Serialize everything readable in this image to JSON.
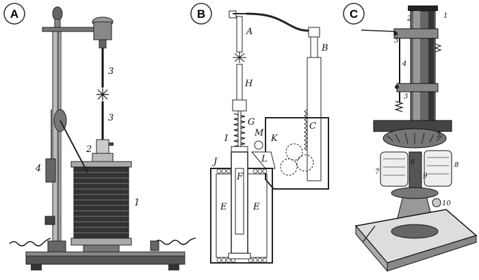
{
  "panels": [
    {
      "id": "A",
      "labels": {
        "one": "1",
        "two": "2",
        "three_top": "3",
        "three_bottom": "3",
        "four": "4"
      }
    },
    {
      "id": "B",
      "labels": {
        "A": "A",
        "B": "B",
        "C": "C",
        "E_left": "E",
        "E_right": "E",
        "F": "F",
        "G": "G",
        "H": "H",
        "I": "I",
        "J": "J",
        "K": "K",
        "L": "L",
        "M": "M"
      }
    },
    {
      "id": "C",
      "labels": {
        "one": "1",
        "two": "2",
        "three_a": "3",
        "three_b": "3",
        "four": "4",
        "five": "5",
        "six": "6",
        "seven": "7",
        "eight": "8",
        "nine": "9",
        "ten": "10"
      }
    }
  ]
}
